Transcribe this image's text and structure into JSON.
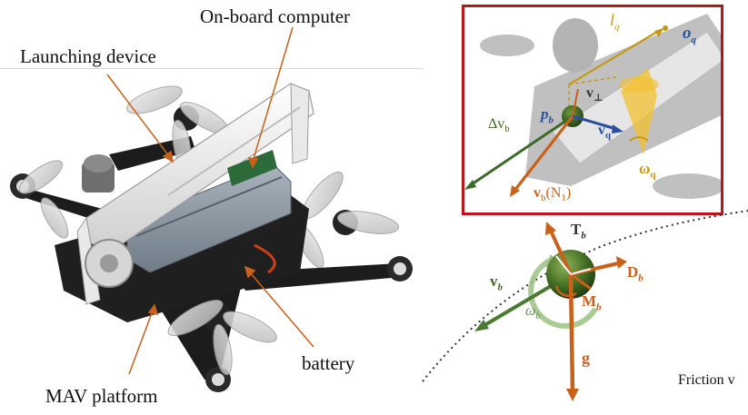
{
  "labels": {
    "onboard_computer": "On-board computer",
    "launching_device": "Launching device",
    "battery": "battery",
    "mav_platform": "MAV platform",
    "friction_partial": "Friction v"
  },
  "inset_symbols": {
    "l_q": "l",
    "l_q_sub": "q",
    "o_q": "o",
    "o_q_sub": "q",
    "v_perp": "v",
    "v_perp_sub": "⊥",
    "p_b": "p",
    "p_b_sub": "b",
    "delta_v_b": "Δv",
    "delta_v_b_sub": "b",
    "v_q": "v",
    "v_q_sub": "q",
    "omega_q": "ω",
    "omega_q_sub": "q",
    "v_b_n1": "v",
    "v_b_n1_sub": "b",
    "v_b_n1_tail": "(N",
    "v_b_n1_tail_sub": "1",
    "v_b_n1_close": ")"
  },
  "ball_symbols": {
    "T_b": "T",
    "T_b_sub": "b",
    "D_b": "D",
    "D_b_sub": "b",
    "v_b": "v",
    "v_b_sub": "b",
    "omega_b": "ω",
    "omega_b_sub": "b",
    "M_b": "M",
    "M_b_sub": "b",
    "g": "g"
  },
  "colors": {
    "orange": "#c8621b",
    "green": "#3f6b2a",
    "blue": "#2b4ea2",
    "yellow": "#f2c230",
    "gold": "#c49a12",
    "frame_red": "#b8161c",
    "drone_black": "#1c1c1c",
    "drone_white": "#f2f2f2",
    "battery_gray": "#8e9aa6"
  }
}
